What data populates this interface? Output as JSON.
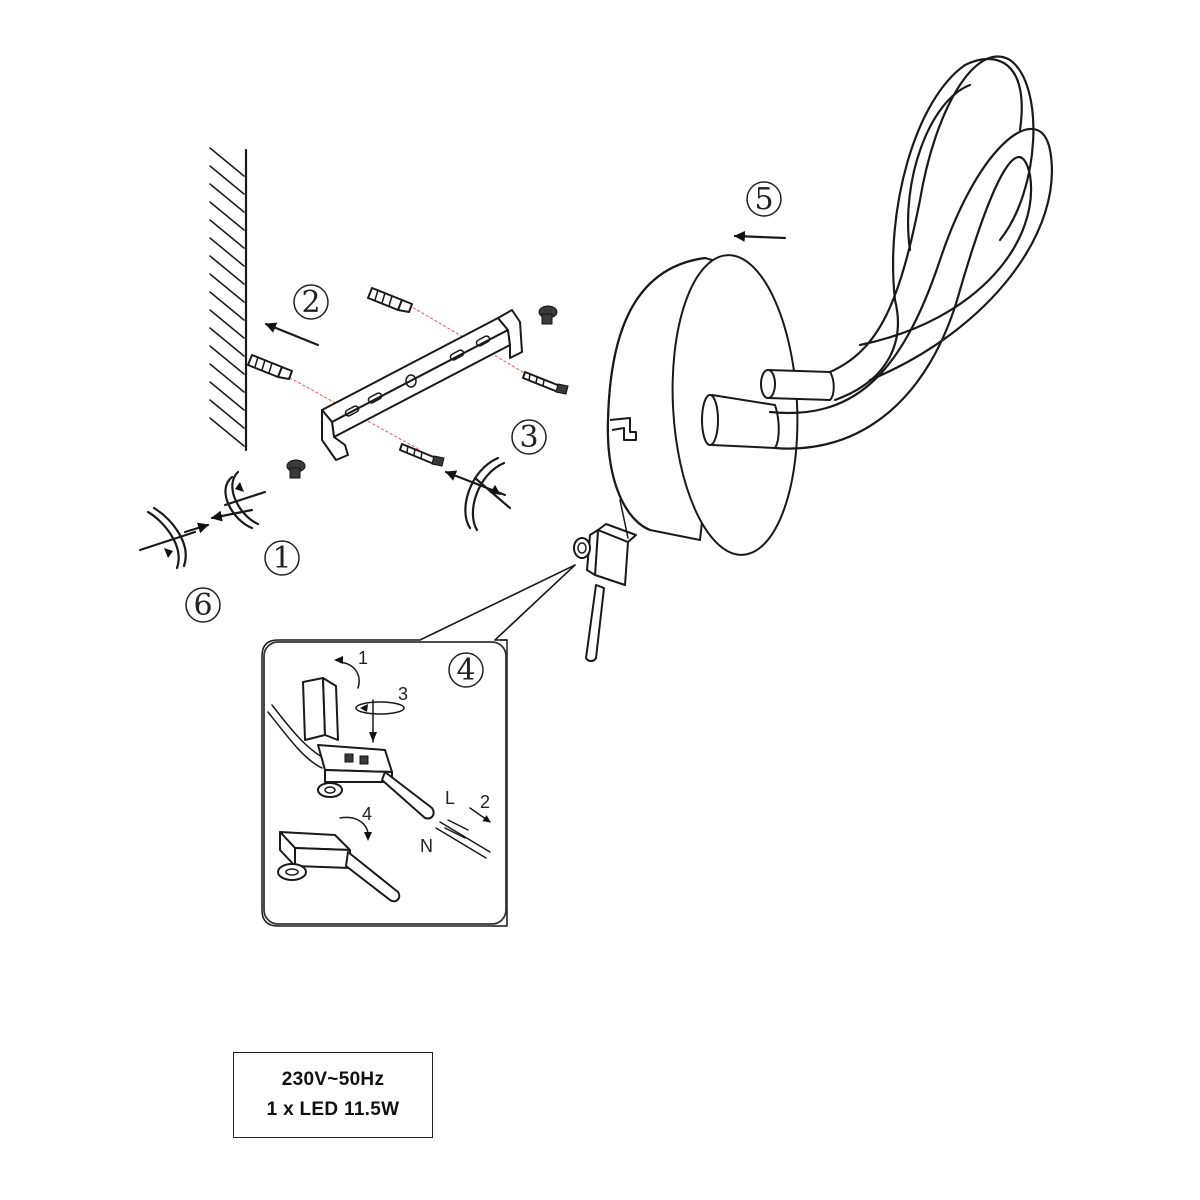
{
  "steps": {
    "s1": "1",
    "s2": "2",
    "s3": "3",
    "s4": "4",
    "s5": "5",
    "s6": "6"
  },
  "detail": {
    "sub1": "1",
    "sub2": "2",
    "sub3": "3",
    "sub4": "4",
    "live": "L",
    "neutral": "N"
  },
  "spec": {
    "voltage": "230V~50Hz",
    "led": "1 x LED 11.5W"
  }
}
